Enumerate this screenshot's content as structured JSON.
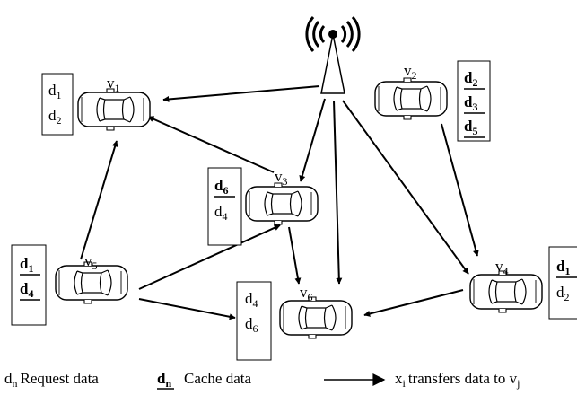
{
  "diagram": {
    "vehicles": {
      "v1": {
        "name": "v",
        "sub": "1",
        "data": [
          {
            "n": "1",
            "cache": false
          },
          {
            "n": "2",
            "cache": false
          }
        ]
      },
      "v2": {
        "name": "v",
        "sub": "2",
        "data": [
          {
            "n": "2",
            "cache": true
          },
          {
            "n": "3",
            "cache": true
          },
          {
            "n": "5",
            "cache": true
          }
        ]
      },
      "v3": {
        "name": "v",
        "sub": "3",
        "data": [
          {
            "n": "6",
            "cache": true
          },
          {
            "n": "4",
            "cache": false
          }
        ]
      },
      "v4": {
        "name": "v",
        "sub": "4",
        "data": [
          {
            "n": "1",
            "cache": true
          },
          {
            "n": "2",
            "cache": false
          }
        ]
      },
      "v5": {
        "name": "v",
        "sub": "5",
        "data": [
          {
            "n": "1",
            "cache": true
          },
          {
            "n": "4",
            "cache": true
          }
        ]
      },
      "v6": {
        "name": "v",
        "sub": "6",
        "data": [
          {
            "n": "4",
            "cache": false
          },
          {
            "n": "6",
            "cache": false
          }
        ]
      }
    },
    "data_letter": "d",
    "legend": {
      "request_sym": "d",
      "request_sub": "n",
      "request_label": "Request data",
      "cache_sym": "d",
      "cache_sub": "n",
      "cache_label": "Cache data",
      "transfer_x": "x",
      "transfer_xsub": "i",
      "transfer_label": "transfers data to v",
      "transfer_vsub": "j"
    },
    "icons": {
      "tower": "cell-tower-icon",
      "vehicle": "car-topview-icon"
    }
  }
}
